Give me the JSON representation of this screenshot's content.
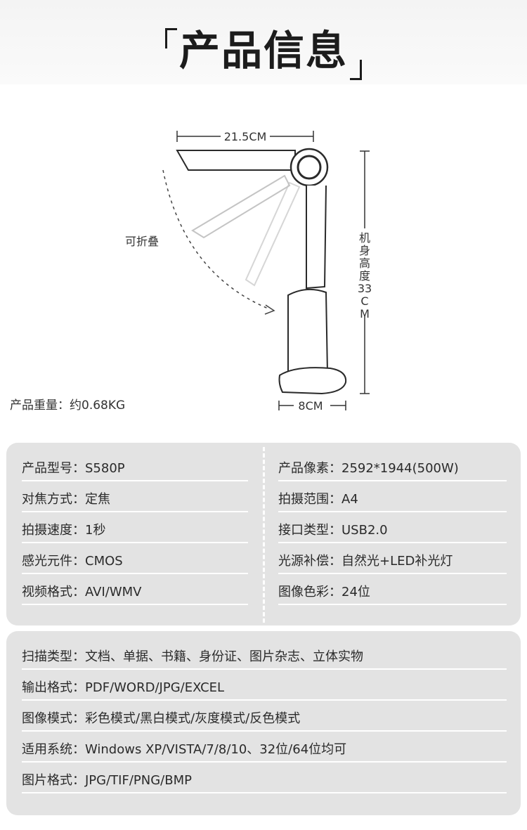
{
  "header": {
    "title": "产品信息"
  },
  "diagram": {
    "width_label": "21.5CM",
    "height_label": "机身高度33CM",
    "base_label": "8CM",
    "fold_label": "可折叠",
    "weight_label": "产品重量：约0.68KG"
  },
  "specs_left": [
    "产品型号：S580P",
    "对焦方式：定焦",
    "拍摄速度：1秒",
    "感光元件：CMOS",
    "视频格式：AVI/WMV"
  ],
  "specs_right": [
    "产品像素：2592*1944(500W)",
    "拍摄范围：A4",
    "接口类型：USB2.0",
    "光源补偿：自然光+LED补光灯",
    "图像色彩：24位"
  ],
  "specs_full": [
    "扫描类型：文档、单据、书籍、身份证、图片杂志、立体实物",
    "输出格式：PDF/WORD/JPG/EXCEL",
    "图像模式：彩色模式/黑白模式/灰度模式/反色模式",
    "适用系统：Windows XP/VISTA/7/8/10、32位/64位均可",
    "图片格式：JPG/TIF/PNG/BMP"
  ]
}
